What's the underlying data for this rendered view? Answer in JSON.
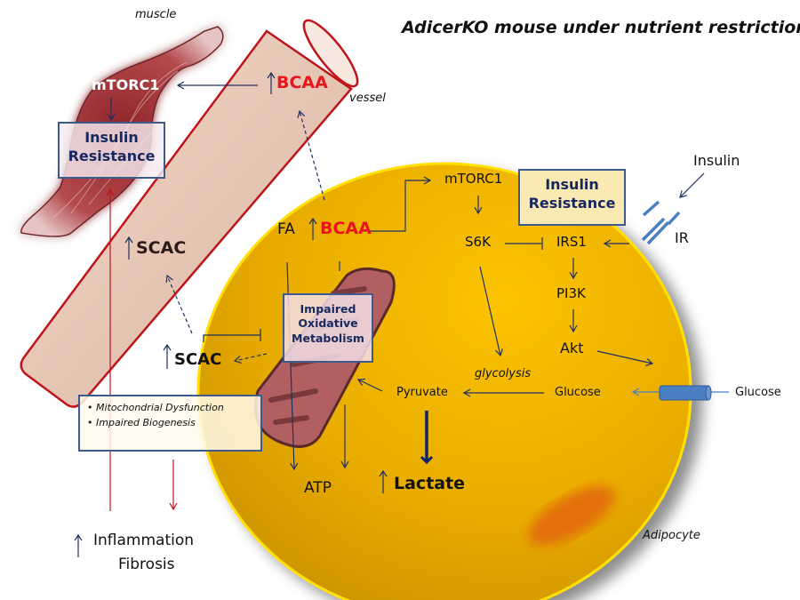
{
  "title": "AdicerKO mouse under nutrient restriction",
  "labels": {
    "muscle": "muscle",
    "vessel": "vessel",
    "adipocyte": "Adipocyte",
    "muscle_mtorc1": "mTORC1",
    "vessel_bcaa": "BCAA",
    "vessel_scac": "SCAC",
    "fa": "FA",
    "cell_bcaa": "BCAA",
    "cell_mtorc1": "mTORC1",
    "s6k": "S6K",
    "irs1": "IRS1",
    "pi3k": "PI3K",
    "akt": "Akt",
    "insulin": "Insulin",
    "ir": "IR",
    "glycolysis": "glycolysis",
    "pyruvate": "Pyruvate",
    "glucose_inside": "Glucose",
    "glucose_outside": "Glucose",
    "atp": "ATP",
    "lactate": "Lactate",
    "scac_out": "SCAC",
    "inflammation": "Inflammation",
    "fibrosis": "Fibrosis",
    "up_arrow": "↑"
  },
  "boxes": {
    "muscle_insulin_resistance": [
      "Insulin",
      "Resistance"
    ],
    "cell_insulin_resistance": [
      "Insulin",
      "Resistance"
    ],
    "impaired_oxidative": [
      "Impaired",
      "Oxidative",
      "Metabolism"
    ],
    "mito_list": [
      "Mitochondrial Dysfunction",
      "Impaired Biogenesis"
    ]
  },
  "colors": {
    "accent_red": "#e8151c",
    "navy": "#17285e",
    "cell_yellow": "#f2b800",
    "vessel_fill": "#e5c2b0",
    "vessel_stroke": "#c0141a",
    "muscle_fill": "#a8353a",
    "receptor_blue": "#4a7fc1"
  }
}
